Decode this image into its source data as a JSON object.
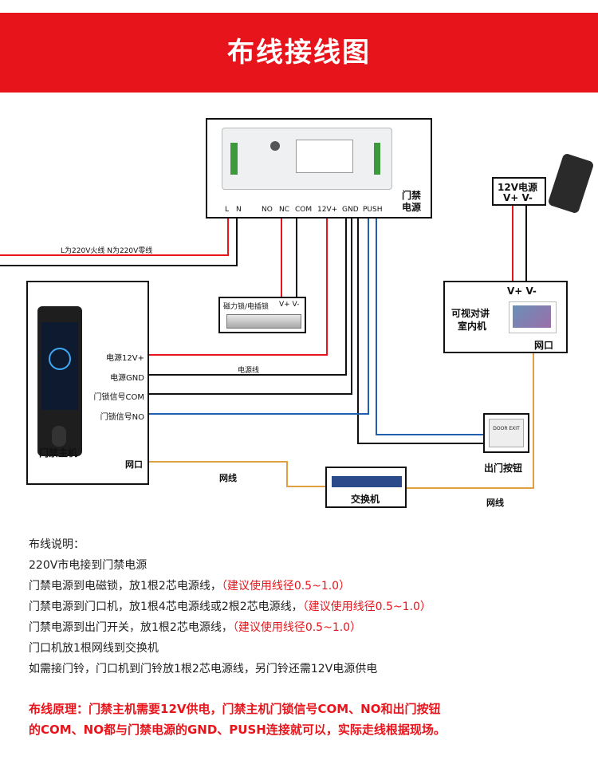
{
  "title": "布线接线图",
  "colors": {
    "banner": "#e8141b",
    "red_wire": "#e8141b",
    "black_wire": "#111111",
    "blue_wire": "#1f5fae",
    "orange_wire": "#e0a042"
  },
  "power_supply": {
    "label": "门禁\n电源",
    "terminals": [
      "L",
      "N",
      "NO",
      "NC",
      "COM",
      "12V+",
      "GND",
      "PUSH"
    ]
  },
  "mains_label": "L为220V火线 N为220V零线",
  "lock": {
    "label": "磁力锁/电插锁",
    "terminals": "V+  V-"
  },
  "adapter": {
    "label_line1": "12V电源",
    "label_line2": "V+ V-"
  },
  "indoor": {
    "terminals": "V+ V-",
    "label_line1": "可视对讲",
    "label_line2": "室内机",
    "port": "网口"
  },
  "controller": {
    "label": "门禁主机",
    "ports": [
      "电源12V+",
      "电源GND",
      "门锁信号COM",
      "门锁信号NO"
    ],
    "net_port": "网口"
  },
  "power_wire_label": "电源线",
  "exit_button": {
    "label": "出门按钮",
    "face_text": "DOOR EXIT"
  },
  "switch": {
    "label": "交换机"
  },
  "net_label_left": "网线",
  "net_label_right": "网线",
  "notes": {
    "heading": "布线说明：",
    "line1": "220V市电接到门禁电源",
    "line2": "门禁电源到电磁锁，放1根2芯电源线，",
    "line2_hint": "（建议使用线径0.5~1.0）",
    "line3": "门禁电源到门口机，放1根4芯电源线或2根2芯电源线，",
    "line3_hint": "（建议使用线径0.5~1.0）",
    "line4": "门禁电源到出门开关，放1根2芯电源线，",
    "line4_hint": "（建议使用线径0.5~1.0）",
    "line5": "门口机放1根网线到交换机",
    "line6": "如需接门铃，门口机到门铃放1根2芯电源线，另门铃还需12V电源供电"
  },
  "principle": {
    "line1": "布线原理：门禁主机需要12V供电，门禁主机门锁信号COM、NO和出门按钮",
    "line2": "的COM、NO都与门禁电源的GND、PUSH连接就可以，实际走线根据现场。"
  }
}
